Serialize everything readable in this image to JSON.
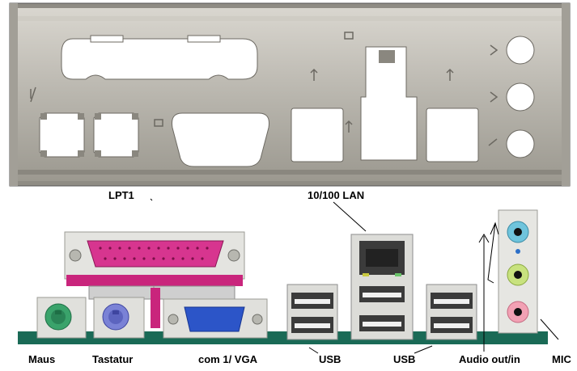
{
  "labels": {
    "lpt1": "LPT1",
    "lan": "10/100 LAN",
    "maus": "Maus",
    "tastatur": "Tastatur",
    "com_vga": "com 1/ VGA",
    "usb_left": "USB",
    "usb_right": "USB",
    "audio": "Audio out/in",
    "mic": "MIC"
  },
  "colors": {
    "plate": "#b9b6ae",
    "plate_dark": "#7e7b74",
    "parallel_port": "#d7358f",
    "ps2_mouse": "#3aa36b",
    "ps2_keyboard": "#7a82d6",
    "vga": "#2c55c8",
    "audio_line_in": "#6fc4dc",
    "audio_line_out": "#c8e27e",
    "audio_mic": "#f2a1b4",
    "board": "#1a6a56"
  },
  "icons": [
    "rear-io-shield",
    "parallel-port-connector",
    "ps2-mouse-port",
    "ps2-keyboard-port",
    "vga-port",
    "usb-port",
    "rj45-lan-port",
    "audio-jack"
  ]
}
